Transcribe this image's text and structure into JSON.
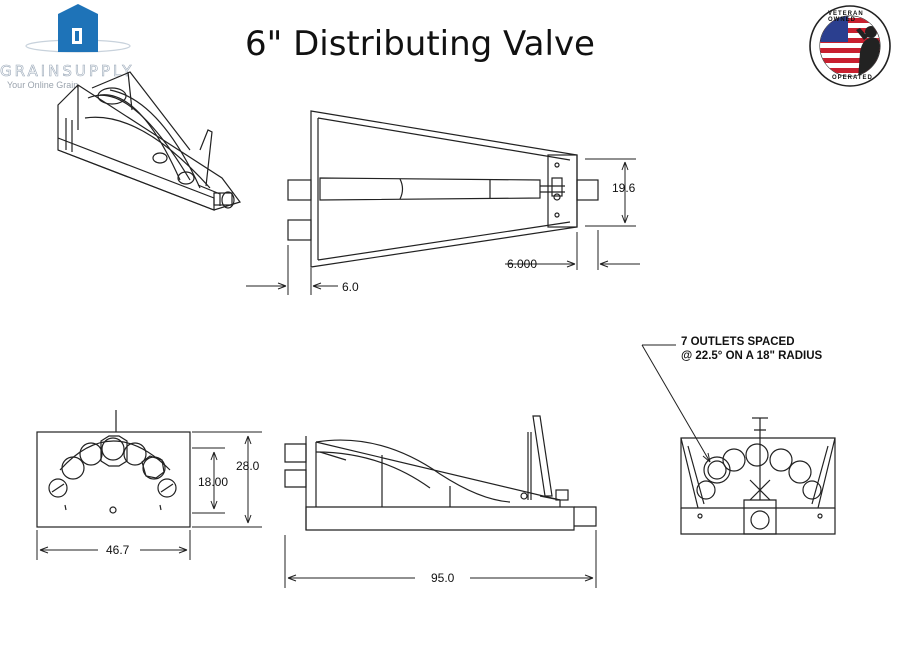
{
  "page": {
    "title": "6\" Distributing Valve"
  },
  "logo": {
    "name": "GRAINSUPPLY",
    "tagline": "Your Online Grain",
    "brand_color": "#1e73b8"
  },
  "badge": {
    "top_text": "VETERAN OWNED",
    "bottom_text": "OPERATED"
  },
  "dimensions": {
    "top_view_height": "19.6",
    "top_view_width": "6.000",
    "top_view_offset": "6.0",
    "end_view_height": "28.0",
    "end_view_inner": "18.00",
    "end_view_width": "46.7",
    "side_view_length": "95.0"
  },
  "notes": {
    "outlets_line1": "7 OUTLETS SPACED",
    "outlets_line2": "@ 22.5° ON A 18\" RADIUS"
  }
}
